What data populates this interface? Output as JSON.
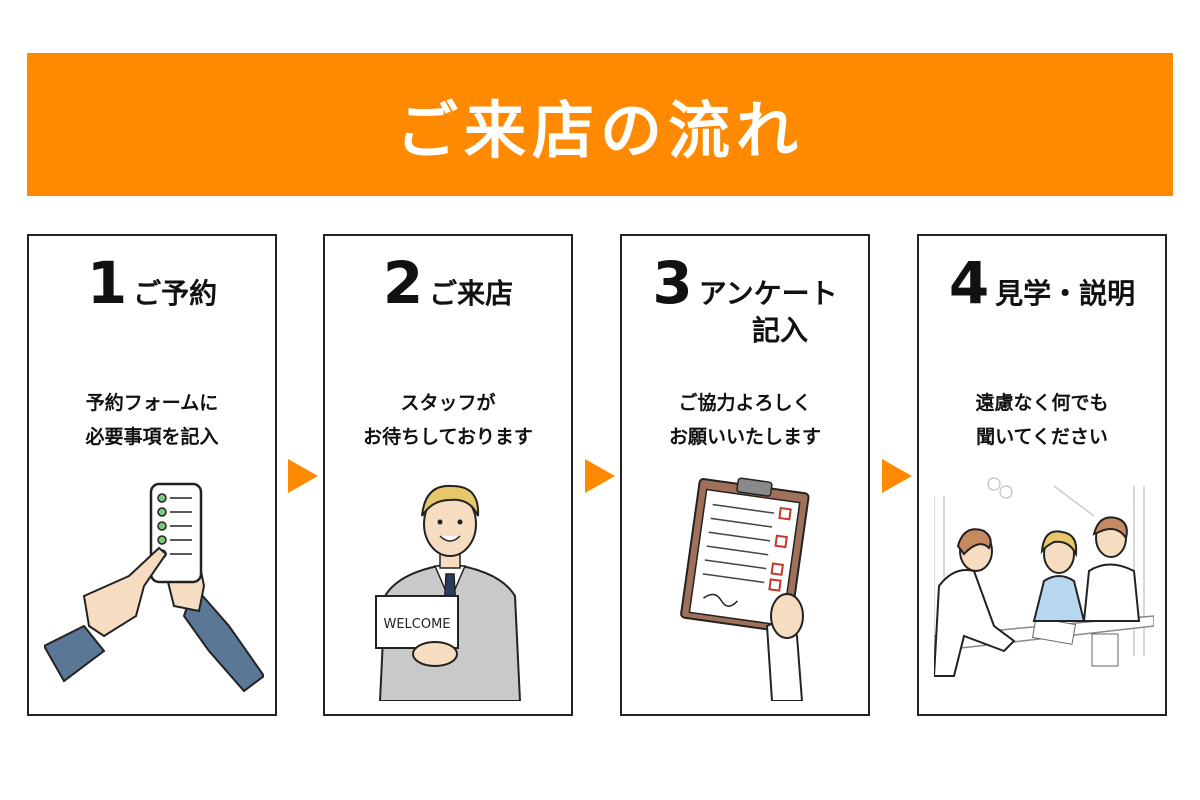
{
  "header": {
    "title": "ご来店の流れ"
  },
  "colors": {
    "accent": "#ff8a00",
    "border": "#222222"
  },
  "steps": [
    {
      "number": "1",
      "label": "ご予約",
      "label_line2": "",
      "desc": [
        "予約フォームに",
        "必要事項を記入"
      ],
      "illustration": "smartphone-checklist-illustration"
    },
    {
      "number": "2",
      "label": "ご来店",
      "label_line2": "",
      "desc": [
        "スタッフが",
        "お待ちしております"
      ],
      "illustration": "welcome-staff-illustration",
      "sign_text": "WELCOME"
    },
    {
      "number": "3",
      "label": "アンケート",
      "label_line2": "記入",
      "desc": [
        "ご協力よろしく",
        "お願いいたします"
      ],
      "illustration": "clipboard-survey-illustration"
    },
    {
      "number": "4",
      "label": "見学・説明",
      "label_line2": "",
      "desc": [
        "遠慮なく何でも",
        "聞いてください"
      ],
      "illustration": "consultation-meeting-illustration"
    }
  ],
  "arrows": [
    "arrow-right-icon",
    "arrow-right-icon",
    "arrow-right-icon"
  ]
}
